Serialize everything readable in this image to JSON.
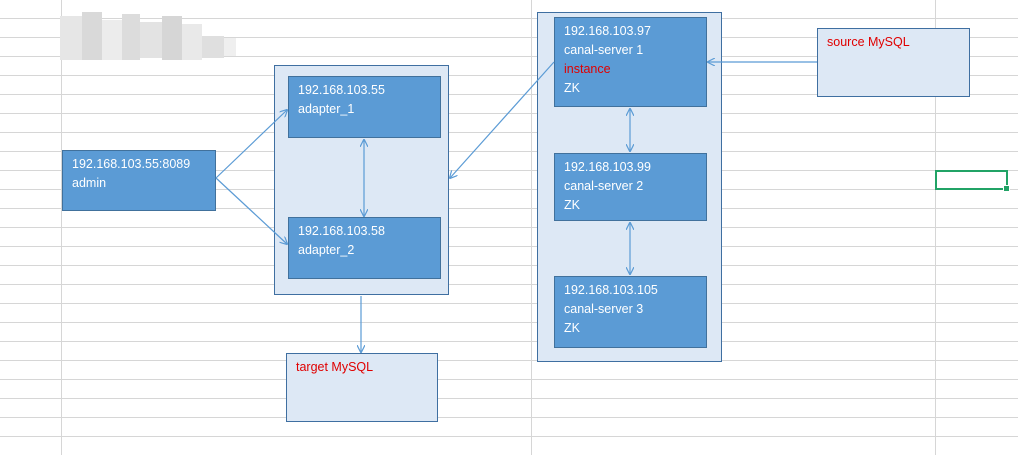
{
  "diagram": {
    "admin": {
      "ip": "192.168.103.55:8089",
      "name": "admin"
    },
    "adapters": [
      {
        "ip": "192.168.103.55",
        "name": "adapter_1"
      },
      {
        "ip": "192.168.103.58",
        "name": "adapter_2"
      }
    ],
    "target_db": {
      "label": "target MySQL"
    },
    "source_db": {
      "label": "source MySQL"
    },
    "canal_servers": [
      {
        "ip": "192.168.103.97",
        "name": "canal-server 1",
        "instance": "instance",
        "zk": "ZK"
      },
      {
        "ip": "192.168.103.99",
        "name": "canal-server 2",
        "zk": "ZK"
      },
      {
        "ip": "192.168.103.105",
        "name": "canal-server 3",
        "zk": "ZK"
      }
    ]
  },
  "colors": {
    "node_fill": "#5b9bd5",
    "group_fill": "#dde8f5",
    "highlight_text": "#e00000",
    "connector": "#5b9bd5",
    "selection": "#21a366",
    "gridline": "#d4d4d4"
  }
}
